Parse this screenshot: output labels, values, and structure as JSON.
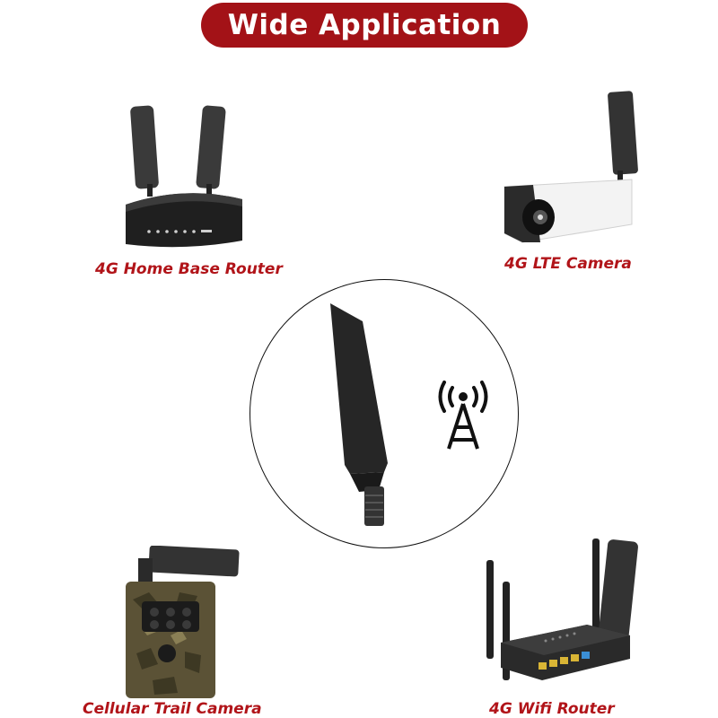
{
  "banner": {
    "title": "Wide Application"
  },
  "applications": [
    {
      "label": "4G Home Base Router",
      "icon": "home-router-icon"
    },
    {
      "label": "4G LTE Camera",
      "icon": "lte-camera-icon"
    },
    {
      "label": "Cellular Trail Camera",
      "icon": "trail-camera-icon"
    },
    {
      "label": "4G Wifi Router",
      "icon": "wifi-router-icon"
    }
  ],
  "center": {
    "antenna": "antenna-icon",
    "signal": "signal-tower-icon"
  },
  "colors": {
    "banner": "#a31217",
    "label": "#b11419",
    "device": "#2a2a2a"
  }
}
